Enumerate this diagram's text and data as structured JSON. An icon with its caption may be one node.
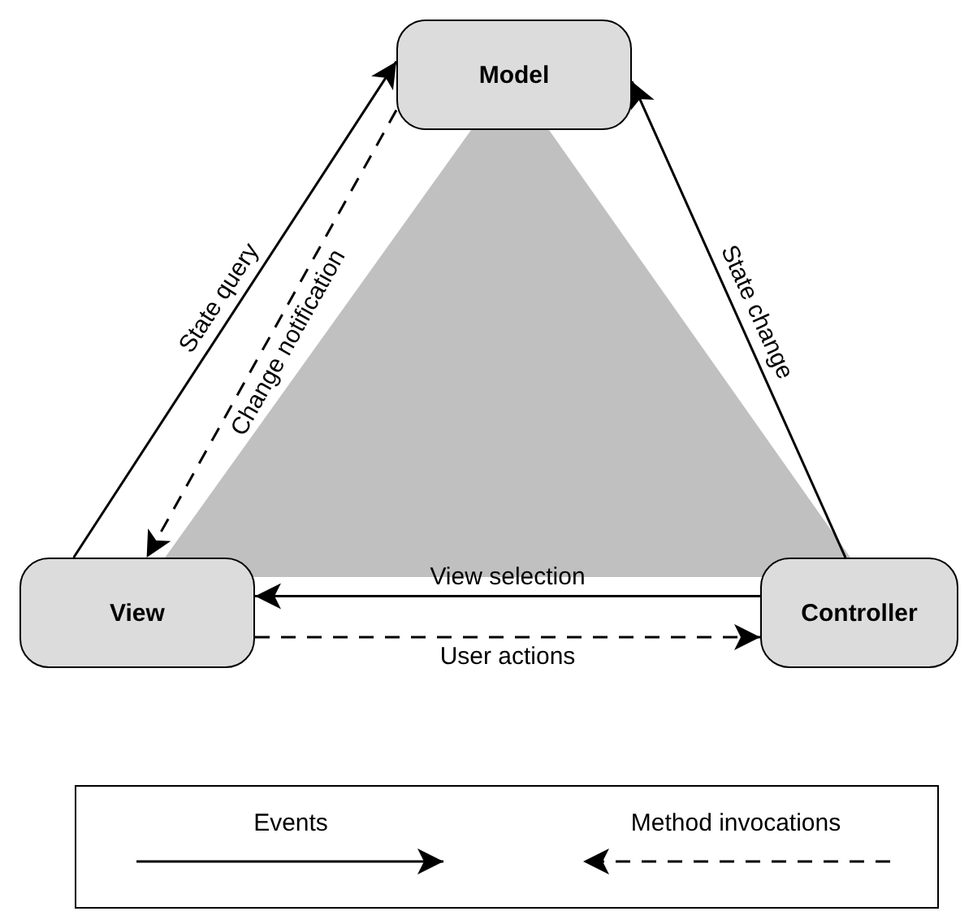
{
  "diagram": {
    "nodes": [
      {
        "text": [
          "Model"
        ]
      },
      {
        "text": [
          "View"
        ]
      },
      {
        "text": [
          "Controller"
        ]
      }
    ],
    "edges": [
      {
        "from": 1,
        "to": 0,
        "arrow": "to",
        "label": "State query"
      },
      {
        "from": 0,
        "to": 1,
        "arrow": "to",
        "label": "Change notification",
        "style": "dashed"
      },
      {
        "from": 2,
        "to": 0,
        "arrow": "to",
        "label": "State change"
      },
      {
        "from": 2,
        "to": 1,
        "arrow": "to",
        "label": "View selection"
      },
      {
        "from": 1,
        "to": 2,
        "arrow": "to",
        "label": "User actions",
        "style": "dashed"
      }
    ],
    "legend": [
      {
        "text": "Events"
      },
      {
        "text": "Method invocations"
      }
    ]
  }
}
